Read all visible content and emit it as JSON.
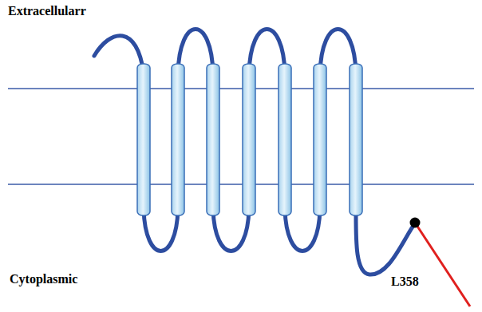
{
  "diagram": {
    "labels": [
      "Extracellularr",
      "Cytoplasmic",
      "L358"
    ]
  }
}
